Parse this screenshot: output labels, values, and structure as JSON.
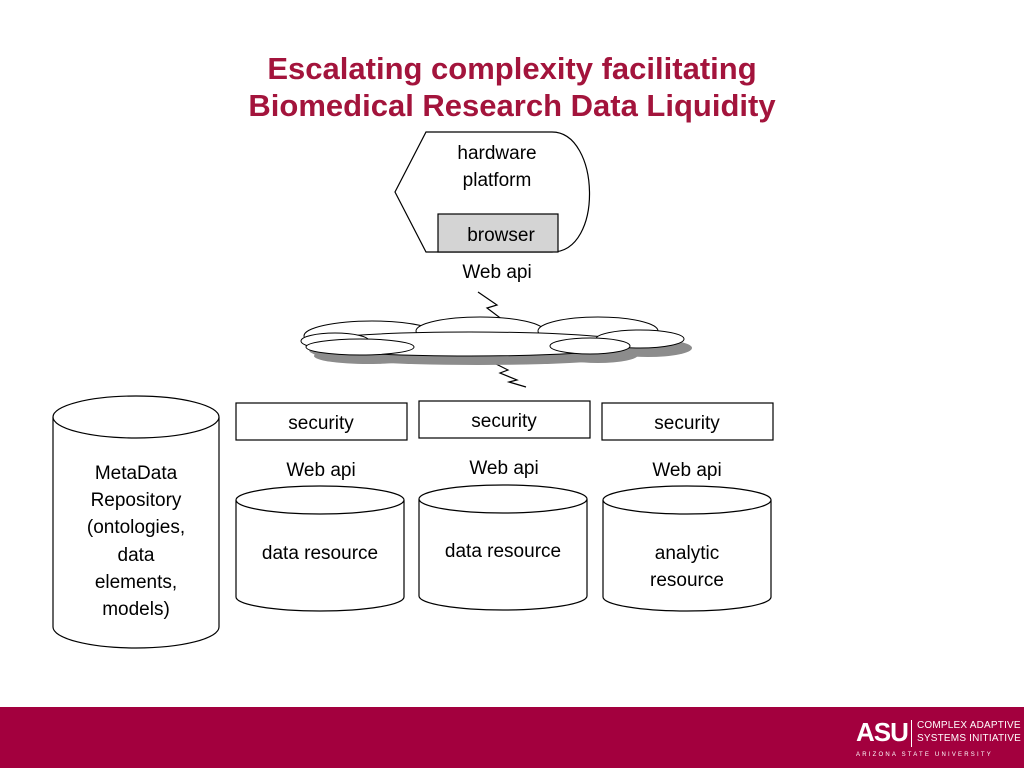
{
  "slide": {
    "title_line1": "Escalating complexity facilitating",
    "title_line2": "Biomedical Research Data Liquidity"
  },
  "client": {
    "platform_line1": "hardware",
    "platform_line2": "platform",
    "browser": "browser",
    "api": "Web api"
  },
  "metadata_repository": {
    "lines": [
      "MetaData",
      "Repository",
      "(ontologies,",
      "data",
      "elements,",
      "models)"
    ]
  },
  "resources": [
    {
      "security": "security",
      "api": "Web api",
      "lines": [
        "data resource"
      ]
    },
    {
      "security": "security",
      "api": "Web api",
      "lines": [
        "data resource"
      ]
    },
    {
      "security": "security",
      "api": "Web api",
      "lines": [
        "analytic",
        "resource"
      ]
    }
  ],
  "footer": {
    "logo_mark": "ASU",
    "logo_line1": "Complex Adaptive",
    "logo_line2": "Systems Initiative",
    "logo_university": "ARIZONA STATE UNIVERSITY"
  },
  "colors": {
    "title": "#a3143c",
    "footer": "#a3003e",
    "browser_fill": "#d4d4d4",
    "cloud_shadow": "#8c8c8c"
  }
}
